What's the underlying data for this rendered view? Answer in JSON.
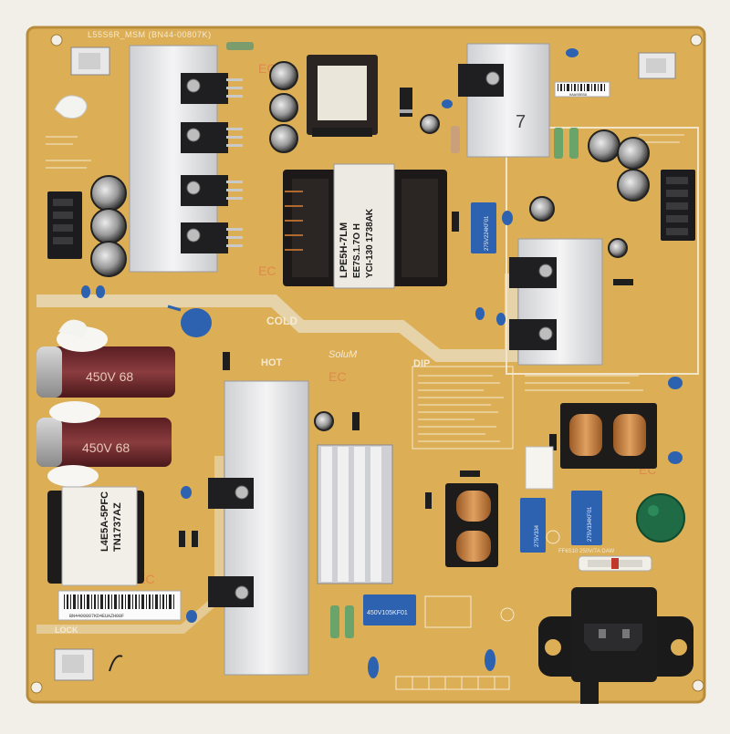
{
  "board": {
    "model_header": "L55S6R_MSM (BN44-00807K)",
    "zone_cold": "COLD",
    "zone_hot": "HOT",
    "zone_dip": "DIP",
    "zone_lock": "LOCK",
    "maker_mark": "SoluM",
    "ec_mark": "EC",
    "barcode_serial": "HAA0DEB9",
    "bottom_label_text": "BN4400807KD4EUAZH08F",
    "colors": {
      "pcb": "#dcae55",
      "pcb_edge": "#c99a45",
      "silkscreen": "#f5ead2",
      "heatsink": "#e6e6e8",
      "capacitor_blue": "#2d62b0",
      "cap_brown": "#6b2a2c",
      "connector": "#1c1c1e"
    }
  },
  "components": {
    "main_transformer": [
      "LPE5H-7LM",
      "EE7S.1.7O H",
      "YCI-130 1738AK"
    ],
    "pfc_inductor": [
      "L4E5A-5PFC",
      "TN1737AZ"
    ],
    "bulk_cap_1": "450V 68",
    "bulk_cap_2": "450V 68",
    "film_cap_label": "450V105KF01",
    "x_cap_label": "275V334KF01",
    "blue_cap_small": "275V334",
    "blue_cap_top": "275V224KF01",
    "fuse_label": "FF6S10 250V/7A DAW",
    "heatsink_mark": "7"
  }
}
